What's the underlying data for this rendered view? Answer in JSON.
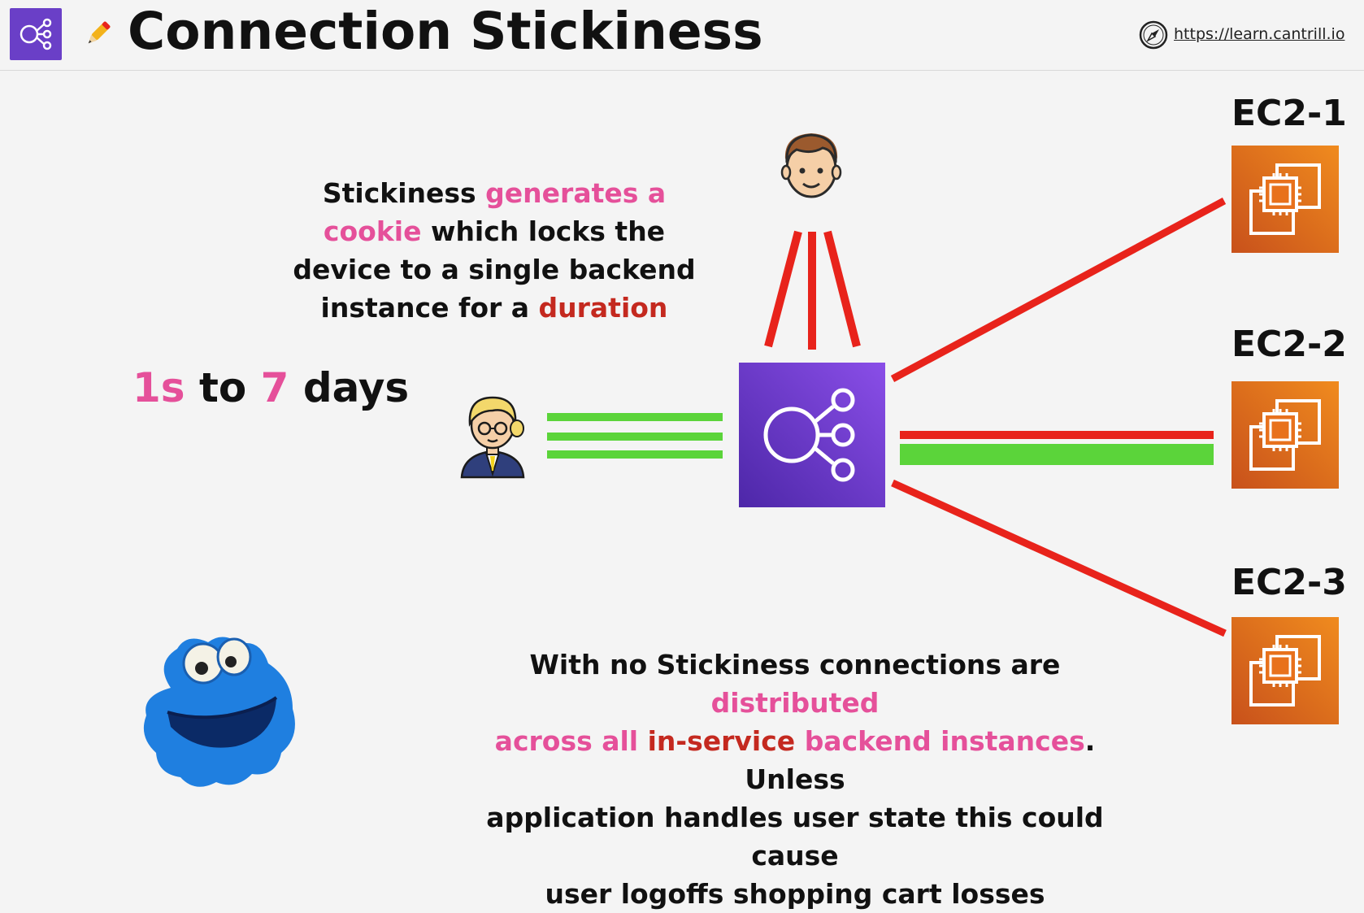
{
  "header": {
    "title": "Connection Stickiness",
    "url": "https://learn.cantrill.io"
  },
  "explain": {
    "l1_a": "Stickiness ",
    "l1_b": "generates a",
    "l2_a": "cookie",
    "l2_b": " which locks the",
    "l3": "device to a single backend",
    "l4_a": "instance for a ",
    "l4_b": "duration"
  },
  "duration": {
    "min": "1s",
    "sep": " to ",
    "max": "7",
    "unit": " days"
  },
  "instances": [
    "EC2-1",
    "EC2-2",
    "EC2-3"
  ],
  "note": {
    "l1_a": "With no Stickiness connections are ",
    "l1_b": "distributed",
    "l2_a": "across all ",
    "l2_b": "in-service",
    "l2_c": " ",
    "l2_d": "backend instances",
    "l2_e": ". Unless",
    "l3": "application handles user state this could cause",
    "l4": "user logoffs shopping cart losses"
  },
  "colors": {
    "alb_purple": "#6a3fc7",
    "ec2_orange": "#e8711c",
    "line_red": "#e8231b",
    "line_green": "#5bd43a",
    "highlight_pink": "#e5509a",
    "highlight_red": "#c4291f"
  }
}
